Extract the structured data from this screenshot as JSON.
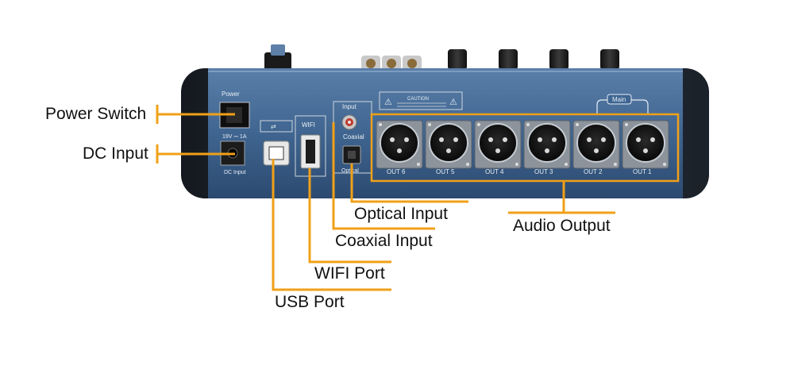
{
  "device": {
    "power_panel_label": "Power",
    "dc_rating": "19V ⎓ 1A",
    "dc_panel_label": "DC Input",
    "wifi_panel_label": "WIFI",
    "input_panel_label": "Input",
    "coaxial_panel_label": "Coaxial",
    "optical_panel_label": "Optical",
    "caution_label": "CAUTION",
    "main_label": "Main",
    "outputs": [
      "OUT 6",
      "OUT 5",
      "OUT 4",
      "OUT 3",
      "OUT 2",
      "OUT 1"
    ]
  },
  "callouts": {
    "power_switch": "Power Switch",
    "dc_input": "DC Input",
    "optical_input": "Optical Input",
    "coaxial_input": "Coaxial Input",
    "wifi_port": "WIFI Port",
    "usb_port": "USB Port",
    "audio_output": "Audio Output"
  },
  "colors": {
    "accent": "#f0a018",
    "panel": "#3e6592",
    "panel_dark": "#23303f"
  }
}
